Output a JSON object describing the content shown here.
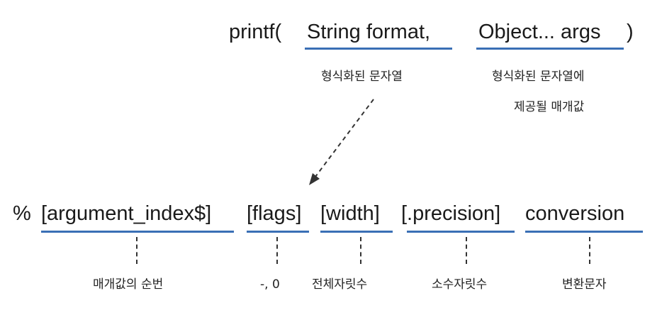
{
  "signature": {
    "prefix": "printf(",
    "param1": "String format,",
    "param2": "Object... args",
    "suffix": ")"
  },
  "param_notes": {
    "param1": "형식화된 문자열",
    "param2_line1": "형식화된 문자열에",
    "param2_line2": "제공될 매개값"
  },
  "format_spec": {
    "percent": "%",
    "argument_index": "[argument_index$]",
    "flags": "[flags]",
    "width": "[width]",
    "precision": "[.precision]",
    "conversion": "conversion"
  },
  "spec_notes": {
    "argument_index": "매개값의 순번",
    "flags": "-, 0",
    "width": "전체자릿수",
    "precision": "소수자릿수",
    "conversion": "변환문자"
  },
  "colors": {
    "underline": "#3a6fb5",
    "text": "#1a1a1a",
    "arrow": "#333333"
  }
}
